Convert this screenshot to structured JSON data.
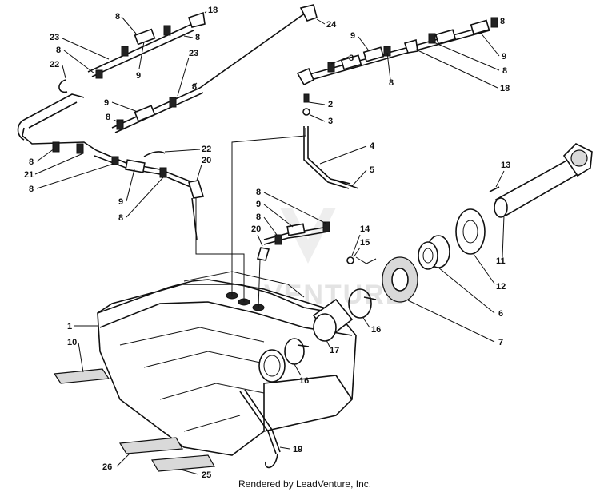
{
  "footer": "Rendered by LeadVenture, Inc.",
  "watermark": "VENTURE",
  "callouts": {
    "c1": "1",
    "c2": "2",
    "c3": "3",
    "c4": "4",
    "c5": "5",
    "c6": "6",
    "c7": "7",
    "c8a": "8",
    "c8b": "8",
    "c8c": "8",
    "c8d": "8",
    "c8e": "8",
    "c8f": "8",
    "c8g": "8",
    "c8h": "8",
    "c8i": "8",
    "c8j": "8",
    "c8k": "8",
    "c8l": "8",
    "c8m": "8",
    "c8n": "8",
    "c9a": "9",
    "c9b": "9",
    "c9c": "9",
    "c9d": "9",
    "c9e": "9",
    "c9f": "9",
    "c10": "10",
    "c11": "11",
    "c12": "12",
    "c13": "13",
    "c14": "14",
    "c15": "15",
    "c16a": "16",
    "c16b": "16",
    "c17": "17",
    "c18a": "18",
    "c18b": "18",
    "c19": "19",
    "c20a": "20",
    "c20b": "20",
    "c21": "21",
    "c22a": "22",
    "c22b": "22",
    "c23a": "23",
    "c23b": "23",
    "c24": "24",
    "c25": "25",
    "c26": "26"
  }
}
